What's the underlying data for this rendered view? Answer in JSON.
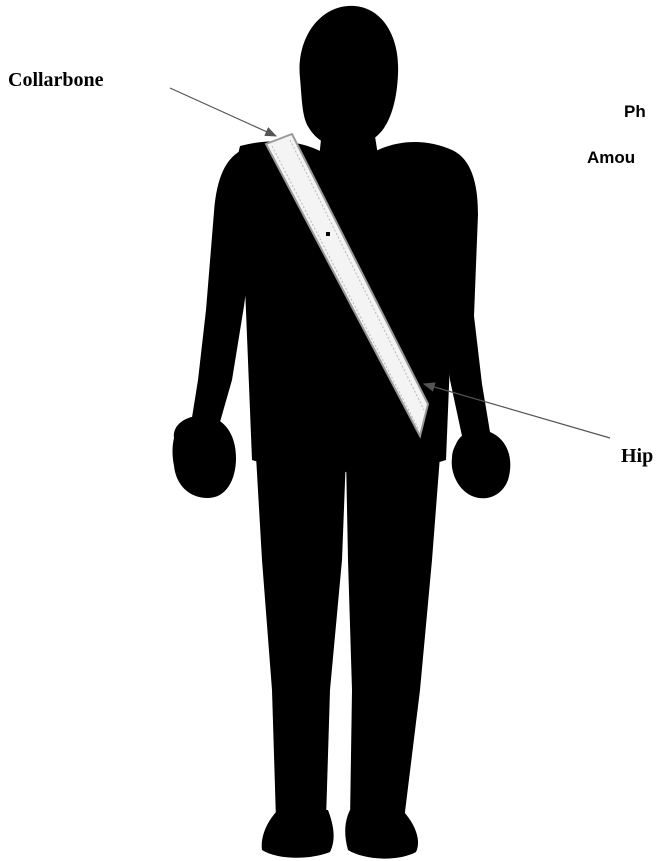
{
  "diagram": {
    "labels": {
      "collarbone": "Collarbone",
      "hip": "Hip",
      "side_text_1": "Ph",
      "side_text_2": "Amou"
    },
    "colors": {
      "silhouette": "#000000",
      "sash_fill": "#f4f4f4",
      "sash_edge": "#9a9a9a",
      "arrow": "#555555",
      "background": "#ffffff"
    }
  }
}
